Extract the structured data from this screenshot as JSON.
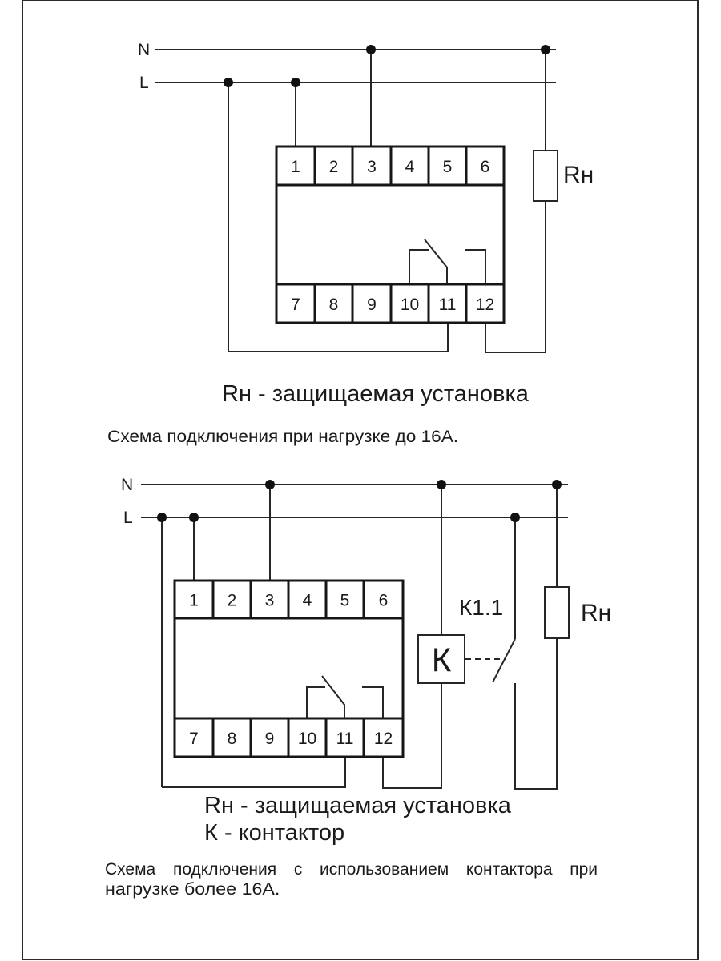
{
  "document": {
    "type": "wiring diagram",
    "language": "ru"
  },
  "diagram_top": {
    "bus_labels": {
      "neutral": "N",
      "line": "L"
    },
    "terminals_top": [
      "1",
      "2",
      "3",
      "4",
      "5",
      "6"
    ],
    "terminals_bottom": [
      "7",
      "8",
      "9",
      "10",
      "11",
      "12"
    ],
    "load_label": "Rн",
    "legend": [
      "Rн - защищаемая установка"
    ],
    "caption": "Схема подключения при нагрузке до 16А."
  },
  "diagram_bottom": {
    "bus_labels": {
      "neutral": "N",
      "line": "L"
    },
    "terminals_top": [
      "1",
      "2",
      "3",
      "4",
      "5",
      "6"
    ],
    "terminals_bottom": [
      "7",
      "8",
      "9",
      "10",
      "11",
      "12"
    ],
    "contactor_coil_label": "К",
    "contactor_contact_label": "К1.1",
    "load_label": "Rн",
    "legend": [
      "Rн - защищаемая установка",
      "К - контактор"
    ],
    "caption_words_line1": [
      "Схема",
      "подключения",
      "с",
      "использованием",
      "контактора",
      "при"
    ],
    "caption_line2": "нагрузке более 16А."
  },
  "colors": {
    "line": "#262626",
    "background": "#ffffff",
    "text": "#1a1a1a"
  }
}
